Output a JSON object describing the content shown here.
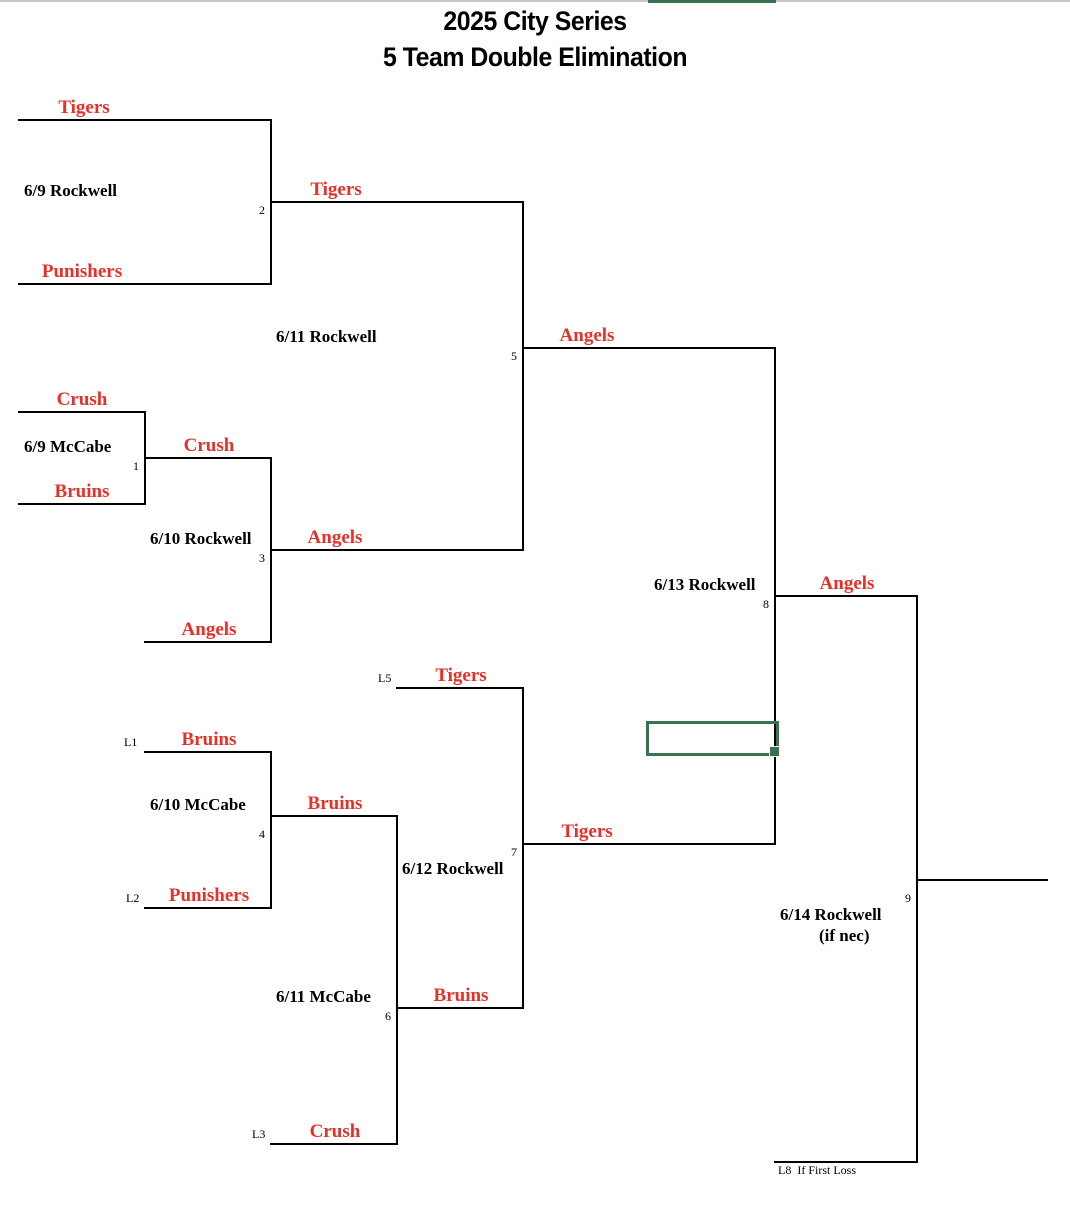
{
  "title": {
    "line1": "2025 City Series",
    "line2": "5 Team Double Elimination"
  },
  "teams": {
    "g2_top": "Tigers",
    "g2_bottom": "Punishers",
    "g2_winner": "Tigers",
    "g1_top": "Crush",
    "g1_bottom": "Bruins",
    "g1_winner": "Crush",
    "g3_bottom": "Angels",
    "g3_winner": "Angels",
    "g5_winner": "Angels",
    "g4_top": "Bruins",
    "g4_bottom": "Punishers",
    "g4_winner": "Bruins",
    "g6_bottom": "Crush",
    "g6_winner": "Bruins",
    "g7_top": "Tigers",
    "g7_winner": "Tigers",
    "g8_winner": "Angels"
  },
  "locations": {
    "g2": "6/9 Rockwell",
    "g5": "6/11 Rockwell",
    "g1": "6/9 McCabe",
    "g3": "6/10 Rockwell",
    "g4": "6/10 McCabe",
    "g7": "6/12 Rockwell",
    "g6": "6/11 McCabe",
    "g8": "6/13 Rockwell",
    "g9_line1": "6/14 Rockwell",
    "g9_line2": "(if nec)"
  },
  "game_numbers": {
    "g1": "1",
    "g2": "2",
    "g3": "3",
    "g4": "4",
    "g5": "5",
    "g6": "6",
    "g7": "7",
    "g8": "8",
    "g9": "9"
  },
  "loser_labels": {
    "l1": "L1",
    "l2": "L2",
    "l3": "L3",
    "l5": "L5",
    "l8": "L8  If First Loss"
  }
}
